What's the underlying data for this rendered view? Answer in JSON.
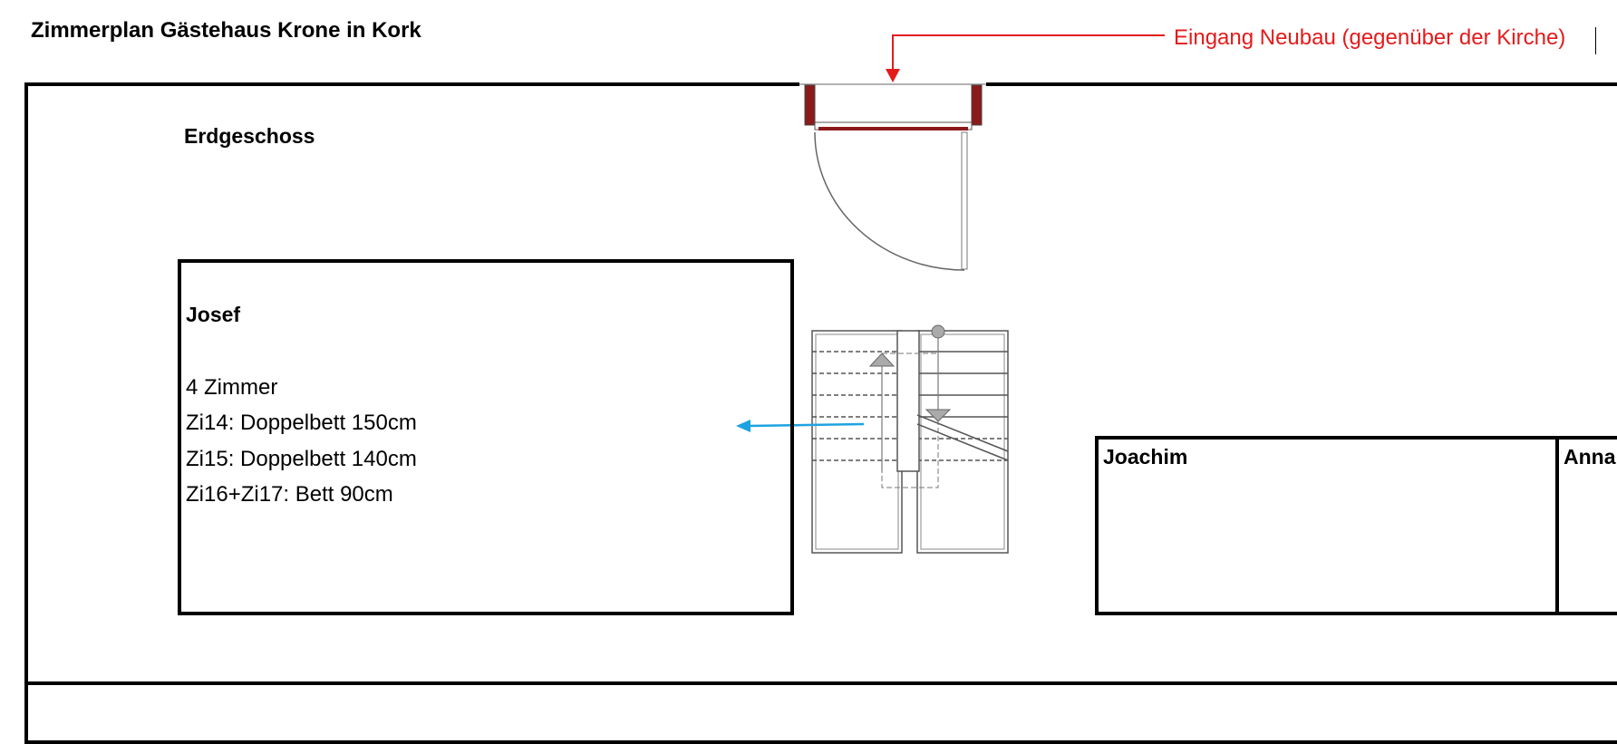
{
  "title": "Zimmerplan Gästehaus Krone in Kork",
  "entrance": {
    "label": "Eingang Neubau (gegenüber der Kirche)",
    "color": "#e41b1b"
  },
  "floor": "Erdgeschoss",
  "rooms": [
    {
      "name": "Josef",
      "lines": [
        "4 Zimmer",
        "Zi14: Doppelbett 150cm",
        "Zi15: Doppelbett 140cm",
        "Zi16+Zi17: Bett 90cm"
      ]
    },
    {
      "name": "Joachim",
      "lines": []
    },
    {
      "name": "Anna",
      "lines": []
    }
  ],
  "colors": {
    "arrow_blue": "#1ea3e0",
    "door_frame": "#8b1a1a"
  }
}
